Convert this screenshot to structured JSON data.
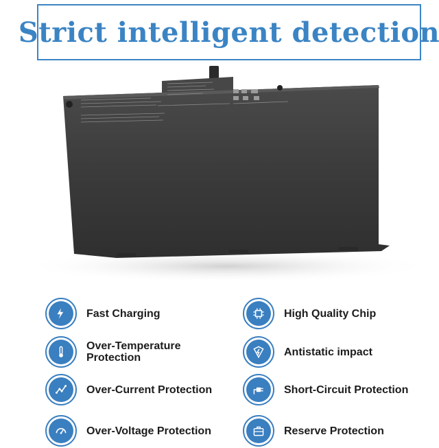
{
  "title": "Strict intelligent detection",
  "colors": {
    "accent": "#3b84c4",
    "battery": "#3c3c3c",
    "text": "#1c1c1c"
  },
  "product": {
    "image": "laptop-battery"
  },
  "features": [
    {
      "label": "Fast Charging",
      "icon": "lightning-icon"
    },
    {
      "label": "High Quality Chip",
      "icon": "chip-icon"
    },
    {
      "label": "Over-Temperature Protection",
      "icon": "thermometer-icon"
    },
    {
      "label": "Antistatic impact",
      "icon": "antistatic-shield-icon"
    },
    {
      "label": "Over-Current Protection",
      "icon": "current-graph-icon"
    },
    {
      "label": "Short-Circuit Protection",
      "icon": "plug-icon"
    },
    {
      "label": "Over-Voltage Protection",
      "icon": "gauge-icon"
    },
    {
      "label": "Reserve Protection",
      "icon": "briefcase-icon"
    }
  ]
}
